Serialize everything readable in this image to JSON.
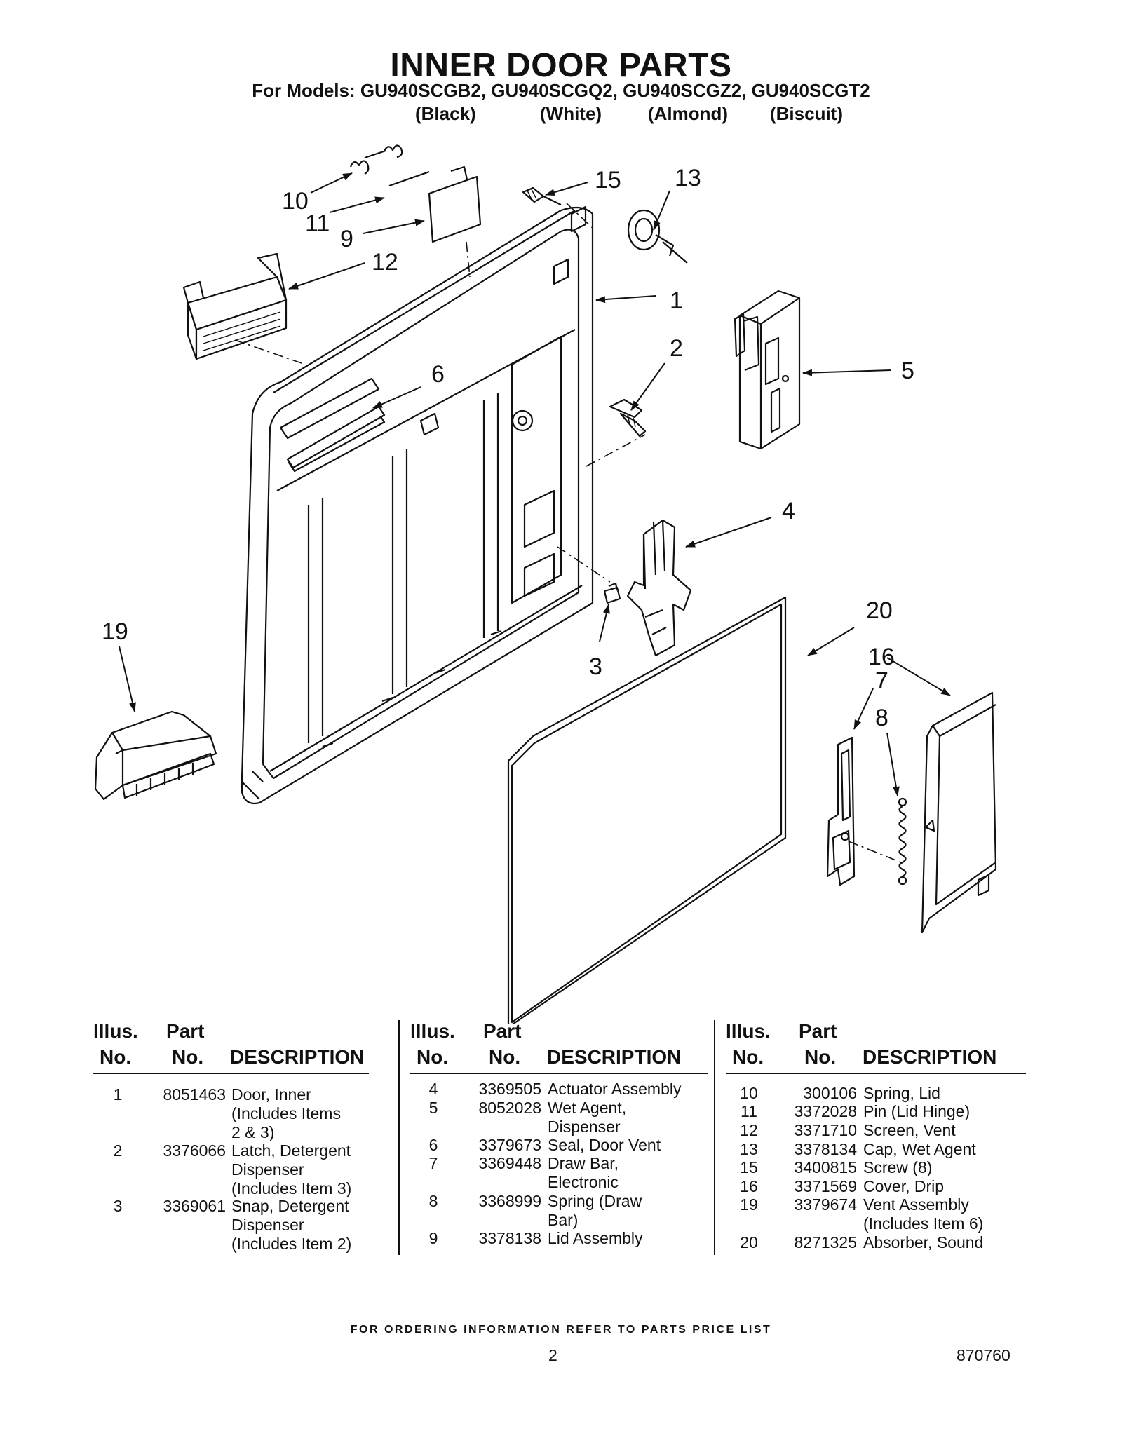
{
  "header": {
    "title": "INNER DOOR PARTS",
    "models": "For Models: GU940SCGB2, GU940SCGQ2, GU940SCGZ2, GU940SCGT2",
    "colors": [
      "(Black)",
      "(White)",
      "(Almond)",
      "(Biscuit)"
    ]
  },
  "callouts": [
    "10",
    "11",
    "9",
    "12",
    "15",
    "13",
    "1",
    "2",
    "5",
    "6",
    "4",
    "19",
    "3",
    "20",
    "16",
    "7",
    "8"
  ],
  "table": {
    "head_illus": "Illus.",
    "head_no": "No.",
    "head_part": "Part",
    "head_partno": "No.",
    "head_desc": "DESCRIPTION",
    "columns": [
      [
        {
          "illus": "1",
          "part": "8051463",
          "desc": "Door, Inner\n(Includes Items\n2 & 3)"
        },
        {
          "illus": "2",
          "part": "3376066",
          "desc": "Latch, Detergent\nDispenser\n(Includes Item 3)"
        },
        {
          "illus": "3",
          "part": "3369061",
          "desc": "Snap, Detergent\nDispenser\n(Includes Item 2)"
        }
      ],
      [
        {
          "illus": "4",
          "part": "3369505",
          "desc": "Actuator Assembly"
        },
        {
          "illus": "5",
          "part": "8052028",
          "desc": "Wet Agent,\nDispenser"
        },
        {
          "illus": "6",
          "part": "3379673",
          "desc": "Seal, Door Vent"
        },
        {
          "illus": "7",
          "part": "3369448",
          "desc": "Draw Bar,\nElectronic"
        },
        {
          "illus": "8",
          "part": "3368999",
          "desc": "Spring (Draw\nBar)"
        },
        {
          "illus": "9",
          "part": "3378138",
          "desc": "Lid Assembly"
        }
      ],
      [
        {
          "illus": "10",
          "part": "300106",
          "desc": "Spring, Lid"
        },
        {
          "illus": "11",
          "part": "3372028",
          "desc": "Pin (Lid Hinge)"
        },
        {
          "illus": "12",
          "part": "3371710",
          "desc": "Screen, Vent"
        },
        {
          "illus": "13",
          "part": "3378134",
          "desc": "Cap, Wet Agent"
        },
        {
          "illus": "15",
          "part": "3400815",
          "desc": "Screw (8)"
        },
        {
          "illus": "16",
          "part": "3371569",
          "desc": "Cover, Drip"
        },
        {
          "illus": "19",
          "part": "3379674",
          "desc": "Vent Assembly\n(Includes Item 6)"
        },
        {
          "illus": "20",
          "part": "8271325",
          "desc": "Absorber, Sound"
        }
      ]
    ]
  },
  "footer": {
    "ordering": "FOR ORDERING INFORMATION REFER TO PARTS PRICE LIST",
    "page": "2",
    "doc_number": "870760"
  }
}
